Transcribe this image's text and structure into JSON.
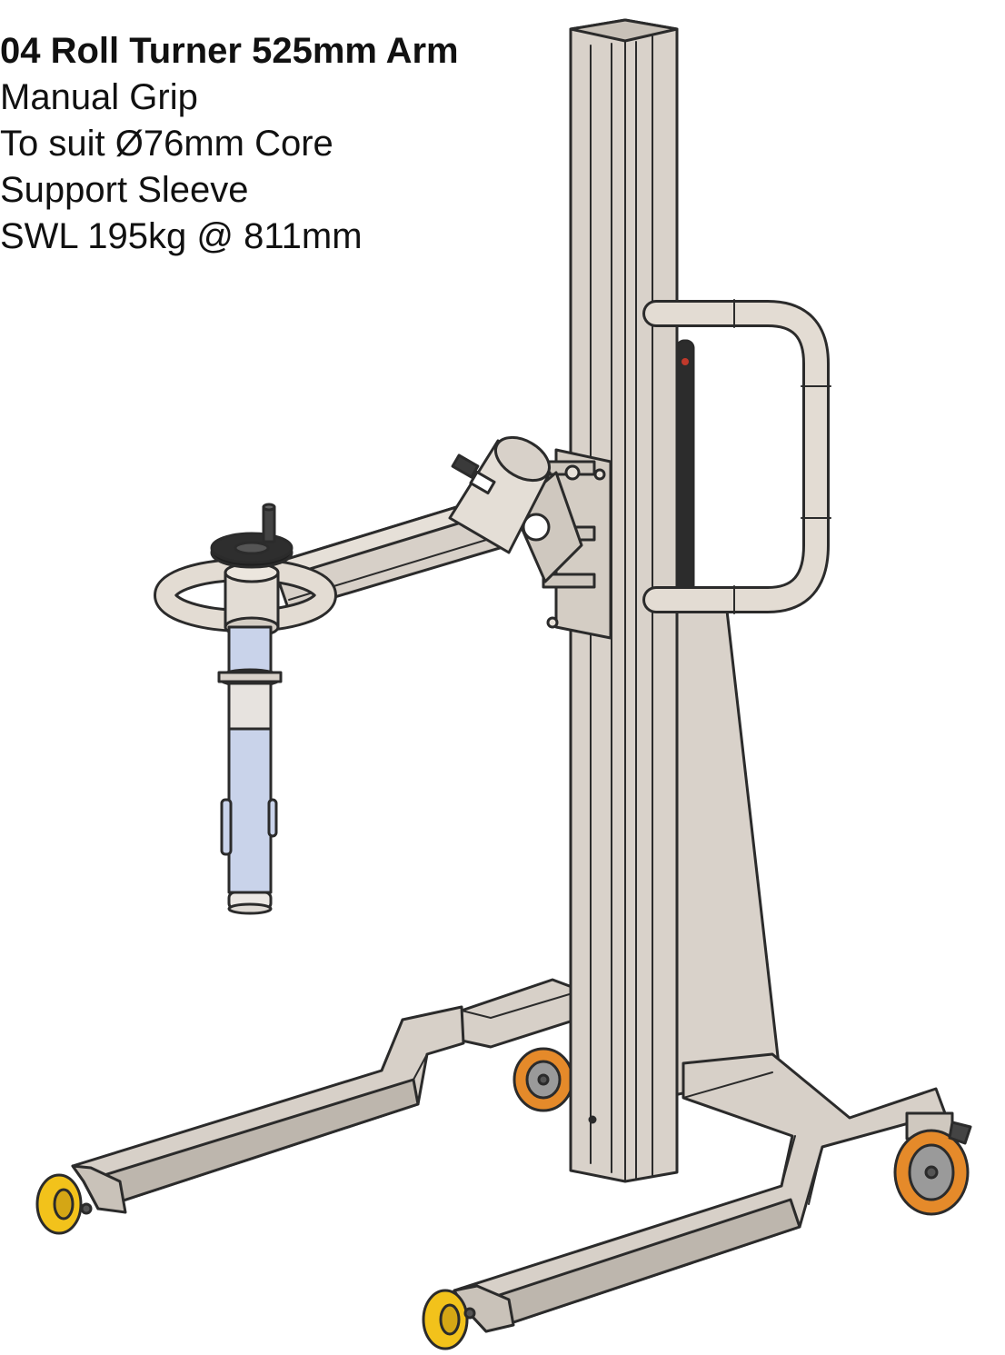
{
  "spec_block": {
    "title": "04 Roll Turner 525mm Arm",
    "lines": [
      "Manual Grip",
      "To suit Ø76mm Core",
      "Support Sleeve",
      "SWL 195kg @ 811mm"
    ]
  },
  "colors": {
    "metal": "#d7d0c8",
    "metal_shade": "#bdb6ad",
    "outline": "#2b2b2b",
    "core_blue": "#c9d3ea",
    "wheel_yellow": "#f2c21b",
    "wheel_orange": "#e58a2a",
    "handwheel": "#222222"
  }
}
